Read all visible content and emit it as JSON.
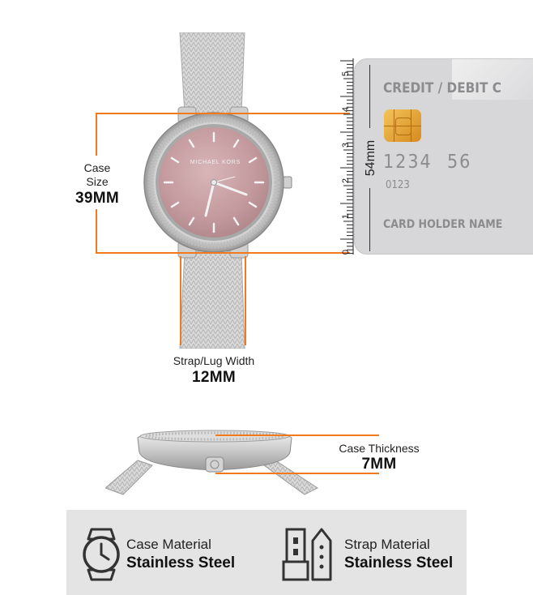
{
  "case_size": {
    "label_line1": "Case",
    "label_line2": "Size",
    "value": "39MM"
  },
  "strap_width": {
    "label": "Strap/Lug Width",
    "value": "12MM"
  },
  "case_thickness": {
    "label": "Case Thickness",
    "value": "7MM"
  },
  "ruler": {
    "unit_label": "54mm",
    "ticks": [
      "5",
      "4",
      "3",
      "2",
      "1",
      "0"
    ]
  },
  "watch": {
    "brand_text": "MICHAEL KORS",
    "dial_color": "#c9a3a6"
  },
  "card": {
    "title": "CREDIT / DEBIT C",
    "number_a": "1234",
    "number_b": "56",
    "number_small": "0123",
    "holder": "CARD HOLDER NAME"
  },
  "features": [
    {
      "icon": "watch-icon",
      "label": "Case Material",
      "value": "Stainless Steel"
    },
    {
      "icon": "strap-icon",
      "label": "Strap Material",
      "value": "Stainless Steel"
    }
  ],
  "colors": {
    "accent": "#f07a1c",
    "footer_bg": "#e4e4e4",
    "card_bg": "#d7d7d9"
  }
}
